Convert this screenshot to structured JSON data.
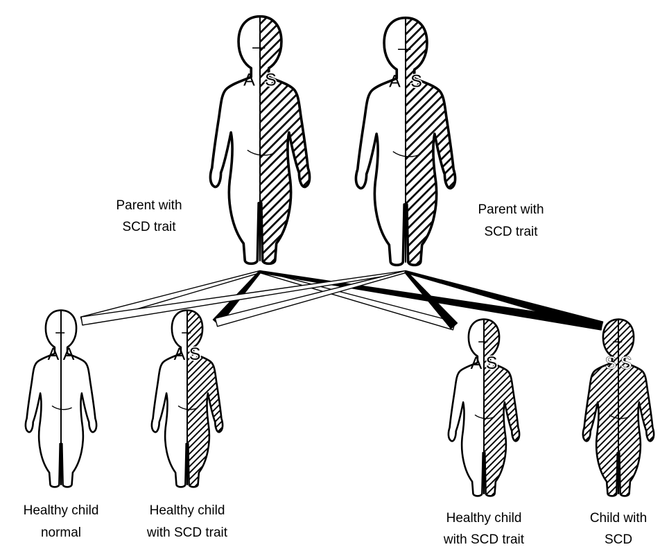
{
  "parents": [
    {
      "label_lines": [
        "Parent with",
        "SCD trait"
      ],
      "alleles": [
        "A",
        "S"
      ]
    },
    {
      "label_lines": [
        "Parent with",
        "SCD trait"
      ],
      "alleles": [
        "A",
        "S"
      ]
    }
  ],
  "children": [
    {
      "label_lines": [
        "Healthy child",
        "normal"
      ],
      "alleles": [
        "A",
        "A"
      ]
    },
    {
      "label_lines": [
        "Healthy child",
        "with SCD trait"
      ],
      "alleles": [
        "A",
        "S"
      ]
    },
    {
      "label_lines": [
        "Healthy child",
        "with SCD trait"
      ],
      "alleles": [
        "A",
        "S"
      ]
    },
    {
      "label_lines": [
        "Child with",
        "SCD"
      ],
      "alleles": [
        "S",
        "S"
      ]
    }
  ],
  "colors": {
    "ink": "#000000",
    "paper": "#ffffff",
    "hatch": "#000000"
  }
}
